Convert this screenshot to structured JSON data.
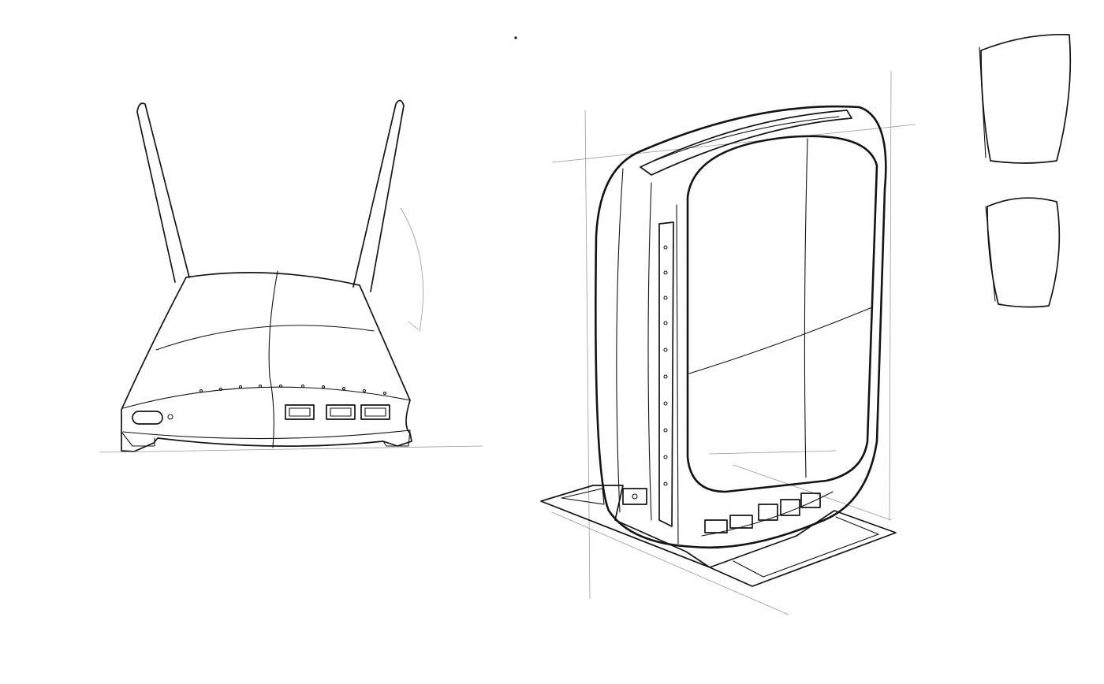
{
  "image": {
    "kind": "pen sketch on white paper",
    "subjects": [
      "antenna-router-sketch",
      "vertical-router-sketch",
      "shape-thumbnail-sketches"
    ],
    "colors": {
      "paper": "#ffffff",
      "ink": "#141414",
      "guide": "#9a9a9a"
    }
  }
}
